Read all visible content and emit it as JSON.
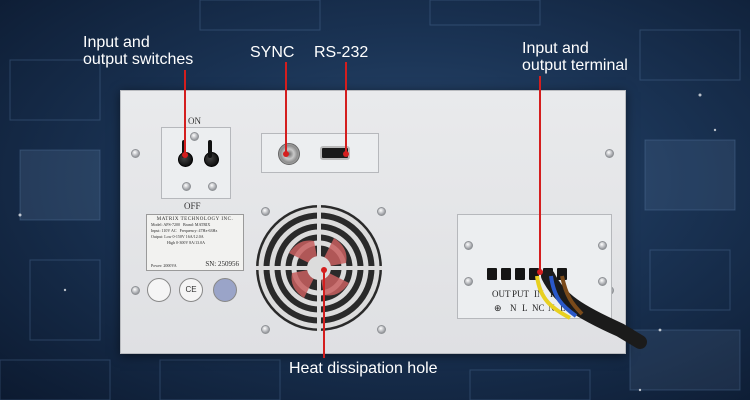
{
  "callouts": {
    "switches_line1": "Input and",
    "switches_line2": "output switches",
    "sync": "SYNC",
    "rs232": "RS-232",
    "terminal_line1": "Input and",
    "terminal_line2": "output terminal",
    "heat": "Heat dissipation hole"
  },
  "switch_panel": {
    "on_label": "ON",
    "off_label": "OFF"
  },
  "nameplate": {
    "title": "MATRIX TECHNOLOGY INC.",
    "model": "Model: APS-7200",
    "brand": "Brand: MATRIX",
    "input": "Input: 110V AC",
    "frequency": "Frequency: 47Hz-63Hz",
    "output_low": "Output: Low 0-150V 16A/12.0A",
    "output_high": "High 0-300V 8A/13.0A",
    "power": "Power: 2000VA",
    "sn": "SN: 250956"
  },
  "certifications": {
    "ce": "CE"
  },
  "terminal": {
    "labels": [
      "OUT",
      "PUT",
      "IN",
      "PUT"
    ],
    "sub_labels": [
      "⊕",
      "N",
      "L",
      "NC",
      "N",
      "L"
    ]
  },
  "colors": {
    "callout_line": "#d41e1e",
    "wire_yellow": "#e8d020",
    "wire_blue": "#2a58c8",
    "wire_brown": "#7a4a1a"
  }
}
